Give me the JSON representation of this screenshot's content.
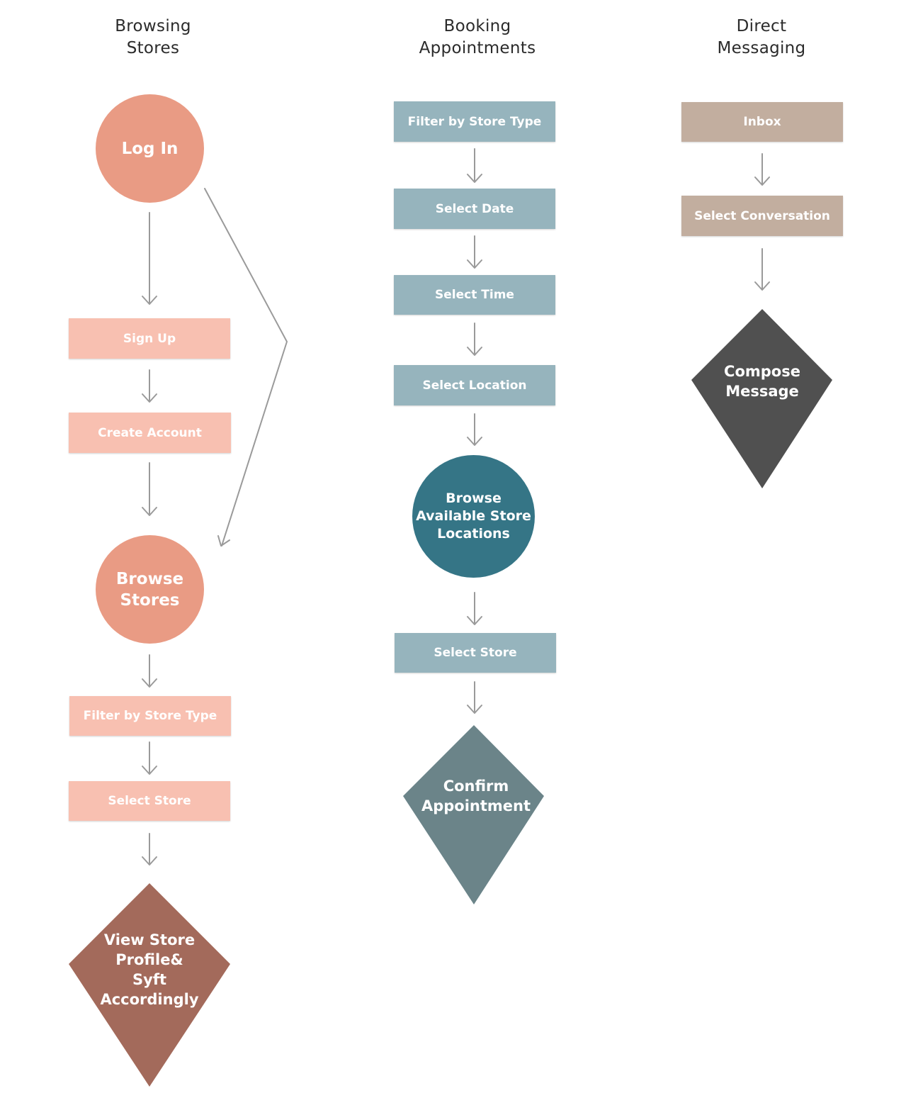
{
  "columns": [
    {
      "title": "Browsing\nStores"
    },
    {
      "title": "Booking\nAppointments"
    },
    {
      "title": "Direct\nMessaging"
    }
  ],
  "browsing": {
    "start": "Log In",
    "sign_up": "Sign Up",
    "create_account": "Create Account",
    "browse": "Browse\nStores",
    "filter": "Filter by Store Type",
    "select_store": "Select Store",
    "end": "View Store\nProfile&\nSyft\nAccordingly"
  },
  "booking": {
    "filter": "Filter by Store Type",
    "select_date": "Select Date",
    "select_time": "Select Time",
    "select_location": "Select Location",
    "browse": "Browse\nAvailable Store\nLocations",
    "select_store": "Select Store",
    "end": "Confirm\nAppointment"
  },
  "messaging": {
    "inbox": "Inbox",
    "select_conversation": "Select Conversation",
    "end": "Compose\nMessage"
  },
  "colors": {
    "pink_box": "#f8c0b1",
    "salmon_circle": "#e99b84",
    "brown_diamond": "#a36a5b",
    "blue_box": "#96b4bd",
    "teal_circle": "#357586",
    "slate_diamond": "#6b8489",
    "tan_box": "#c2ae9f",
    "dark_diamond": "#505050",
    "arrow": "#9a9a9a"
  }
}
